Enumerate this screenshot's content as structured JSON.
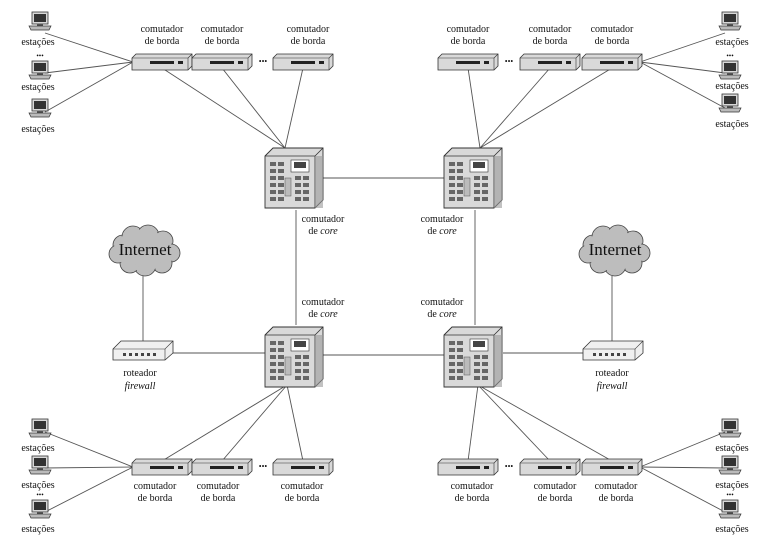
{
  "labels": {
    "edge_switch_l1": "comutador",
    "edge_switch_l2": "de borda",
    "core_l1": "comutador",
    "core_l2_prefix": "de ",
    "core_l2_em": "core",
    "stations": "estações",
    "ellipsis": "•••",
    "internet": "Internet",
    "router_l1": "roteador",
    "router_l2": "firewall"
  },
  "colors": {
    "line": "#555555",
    "device_fill": "#d9d9d9",
    "device_dark": "#9a9a9a",
    "cloud_fill": "#bdbdbd",
    "text": "#111111"
  }
}
